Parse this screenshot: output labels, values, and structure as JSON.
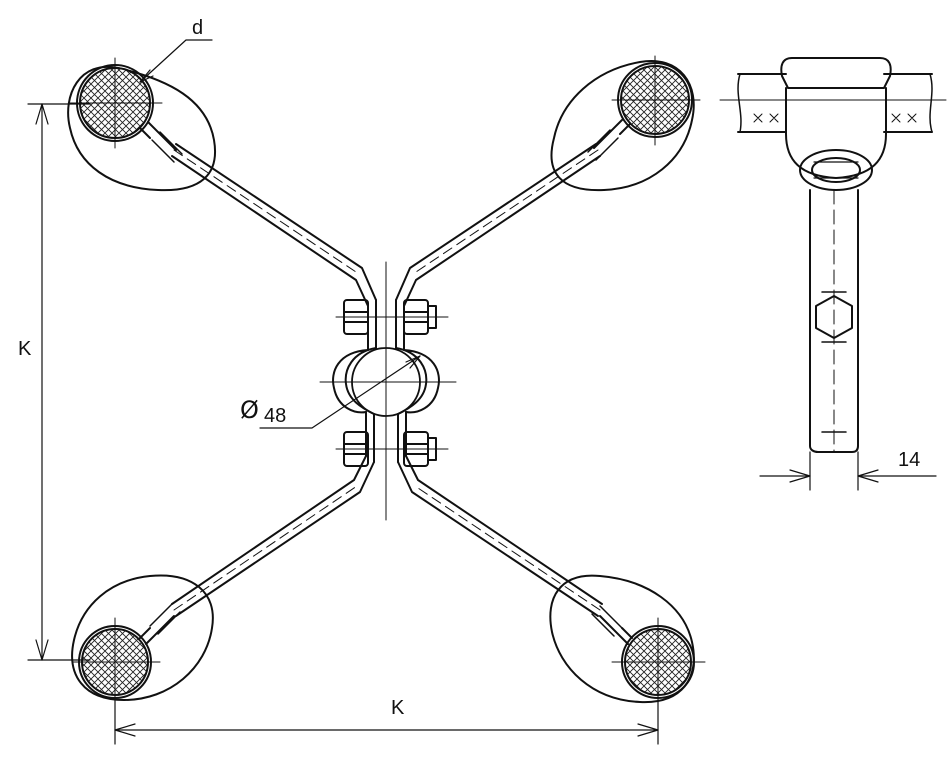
{
  "labels": {
    "diameter_symbol": "d",
    "vertical_spacing": "K",
    "horizontal_spacing": "K",
    "pipe_symbol": "Ø",
    "pipe_diameter": "48",
    "strap_width": "14"
  },
  "colors": {
    "line": "#111111",
    "hatch": "#222222",
    "background": "#ffffff"
  }
}
